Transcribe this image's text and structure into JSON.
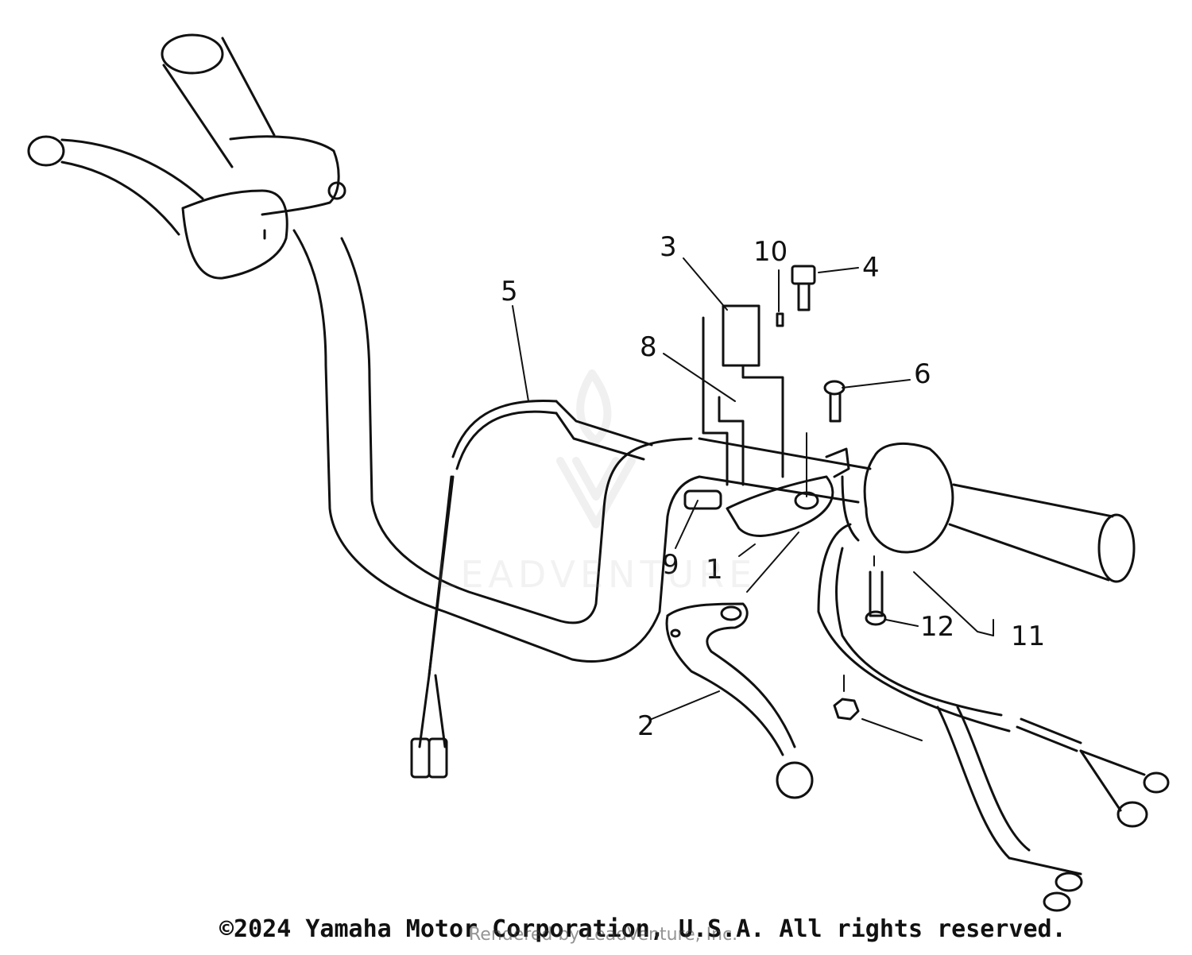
{
  "diagram": {
    "callouts": [
      {
        "id": "1",
        "label": "1"
      },
      {
        "id": "2",
        "label": "2"
      },
      {
        "id": "3",
        "label": "3"
      },
      {
        "id": "4",
        "label": "4"
      },
      {
        "id": "5",
        "label": "5"
      },
      {
        "id": "6",
        "label": "6"
      },
      {
        "id": "8",
        "label": "8"
      },
      {
        "id": "9",
        "label": "9"
      },
      {
        "id": "10",
        "label": "10"
      },
      {
        "id": "11",
        "label": "11"
      },
      {
        "id": "12",
        "label": "12"
      }
    ],
    "colors": {
      "ink": "#111111",
      "paper": "#ffffff",
      "watermark": "#969696"
    }
  },
  "watermark": {
    "brand": "LEADVENTURE",
    "icon": "leadventure-logo-icon"
  },
  "footer": {
    "copyright": "©2024 Yamaha Motor Corporation, U.S.A. All rights reserved.",
    "rendered_by": "Rendered by LeadVenture, Inc."
  }
}
